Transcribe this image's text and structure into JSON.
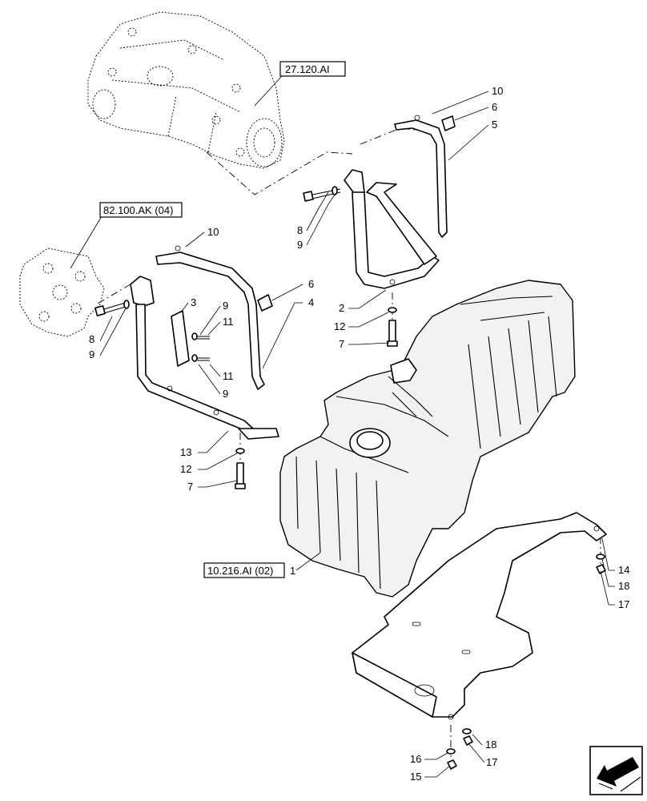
{
  "refs": {
    "rear_axle": "27.120.AI",
    "mounting_plate": "82.100.AK (04)",
    "tank_ref": "10.216.AI (02)"
  },
  "callouts": {
    "c10_top": "10",
    "c6_top": "6",
    "c5": "5",
    "c8_top": "8",
    "c9_top": "9",
    "c2": "2",
    "c12_top": "12",
    "c7_top": "7",
    "c10_mid": "10",
    "c6_mid": "6",
    "c4": "4",
    "c3": "3",
    "c9_a": "9",
    "c11_a": "11",
    "c11_b": "11",
    "c9_b": "9",
    "c8_mid": "8",
    "c9_mid": "9",
    "c13": "13",
    "c12_mid": "12",
    "c7_mid": "7",
    "c1": "1",
    "c14": "14",
    "c18_r": "18",
    "c17_r": "17",
    "c18_b": "18",
    "c16": "16",
    "c17_b": "17",
    "c15": "15"
  },
  "icons": {
    "nav": "back-arrow-icon"
  }
}
